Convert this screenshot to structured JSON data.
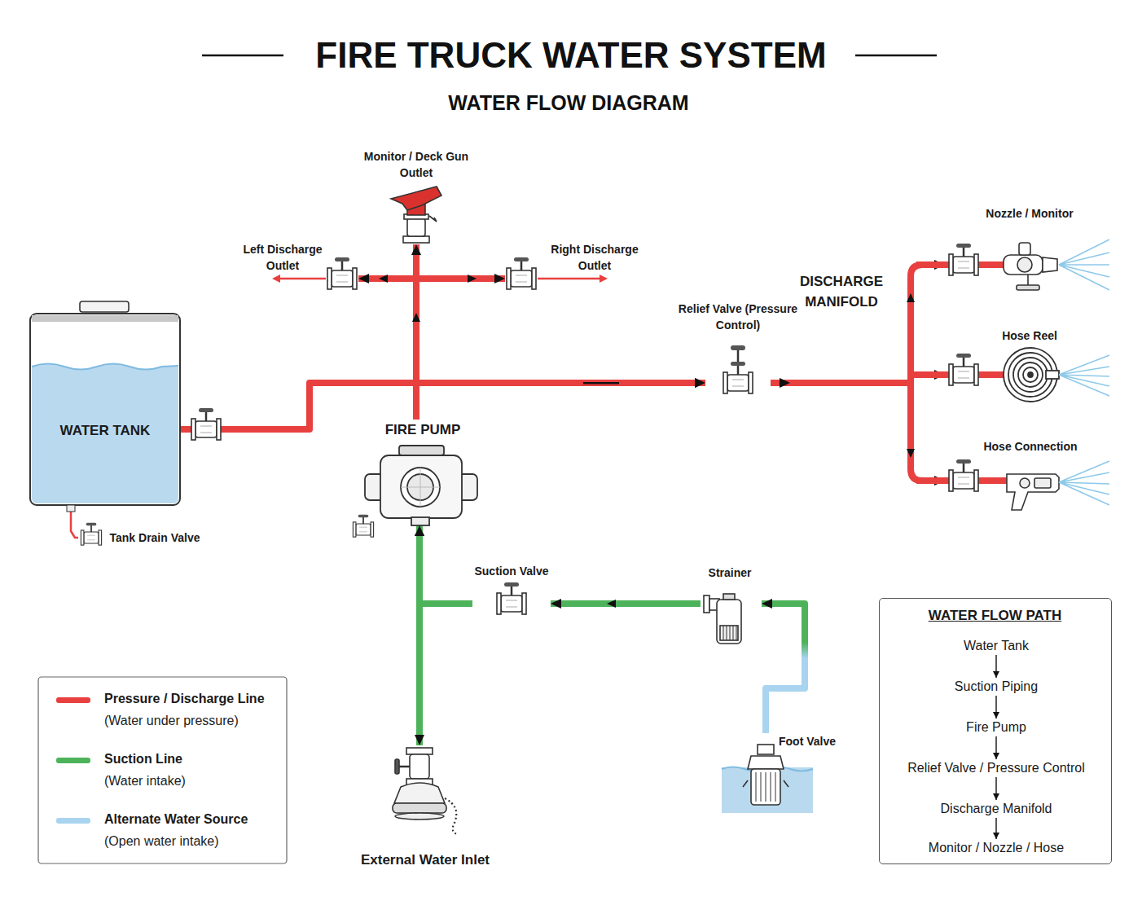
{
  "diagram": {
    "title": "FIRE TRUCK WATER SYSTEM",
    "nodes": [
      {
        "text": [
          "WATER TANK"
        ]
      },
      {
        "text": [
          "FIRE PUMP"
        ]
      },
      {
        "text": [
          "Monitor / Deck Gun Outlet"
        ]
      },
      {
        "text": [
          "Left Discharge Outlet"
        ]
      },
      {
        "text": [
          "Right Discharge Outlet"
        ]
      },
      {
        "text": [
          "Relief Valve (Pressure Control)"
        ]
      },
      {
        "text": [
          "DISCHARGE MANIFOLD"
        ]
      },
      {
        "text": [
          "Nozzle / Monitor"
        ]
      },
      {
        "text": [
          "Hose Reel"
        ]
      },
      {
        "text": [
          "Hose Connection"
        ]
      },
      {
        "text": [
          "Tank Drain Valve"
        ]
      },
      {
        "text": [
          "Suction Valve"
        ]
      },
      {
        "text": [
          "Strainer"
        ]
      },
      {
        "text": [
          "Foot Valve"
        ]
      },
      {
        "text": [
          "External Water Inlet"
        ]
      },
      {
        "text": [
          "WATER FLOW PATH"
        ]
      },
      {
        "text": [
          "Water Tank"
        ],
        "in": 15
      },
      {
        "text": [
          "Suction Piping"
        ],
        "in": 15
      },
      {
        "text": [
          "Fire Pump"
        ],
        "in": 15
      },
      {
        "text": [
          "Relief Valve / Pressure Control"
        ],
        "in": 15
      },
      {
        "text": [
          "Discharge Manifold"
        ],
        "in": 15
      },
      {
        "text": [
          "Monitor / Nozzle / Hose"
        ],
        "in": 15
      }
    ],
    "edges": [
      {
        "from": 0,
        "to": 5,
        "arrow": "to"
      },
      {
        "from": 1,
        "to": 2,
        "arrow": "to"
      },
      {
        "from": 1,
        "to": 3,
        "arrow": "to"
      },
      {
        "from": 1,
        "to": 4,
        "arrow": "to"
      },
      {
        "from": 1,
        "to": 5,
        "arrow": "to"
      },
      {
        "from": 5,
        "to": 6,
        "arrow": "to"
      },
      {
        "from": 6,
        "to": 7,
        "arrow": "to"
      },
      {
        "from": 6,
        "to": 8,
        "arrow": "to"
      },
      {
        "from": 6,
        "to": 9,
        "arrow": "to"
      },
      {
        "from": 0,
        "to": 10,
        "arrow": "none"
      },
      {
        "from": 11,
        "to": 1,
        "arrow": "to"
      },
      {
        "from": 12,
        "to": 11,
        "arrow": "to"
      },
      {
        "from": 13,
        "to": 12,
        "arrow": "to"
      },
      {
        "from": 14,
        "to": 1,
        "arrow": "both"
      },
      {
        "from": 16,
        "to": 17,
        "arrow": "to"
      },
      {
        "from": 17,
        "to": 18,
        "arrow": "to"
      },
      {
        "from": 18,
        "to": 19,
        "arrow": "to"
      },
      {
        "from": 19,
        "to": 20,
        "arrow": "to"
      },
      {
        "from": 20,
        "to": 21,
        "arrow": "to"
      }
    ],
    "labels": [
      "WATER FLOW DIAGRAM",
      "(Water under pressure)",
      "(Water intake)",
      "(Open water intake)"
    ],
    "legend": [
      {
        "text": "Pressure / Discharge Line",
        "color": "#e8403f"
      },
      {
        "text": "Suction Line",
        "color": "#4db35a"
      },
      {
        "text": "Alternate Water Source",
        "color": "#a8d4ef"
      }
    ]
  }
}
